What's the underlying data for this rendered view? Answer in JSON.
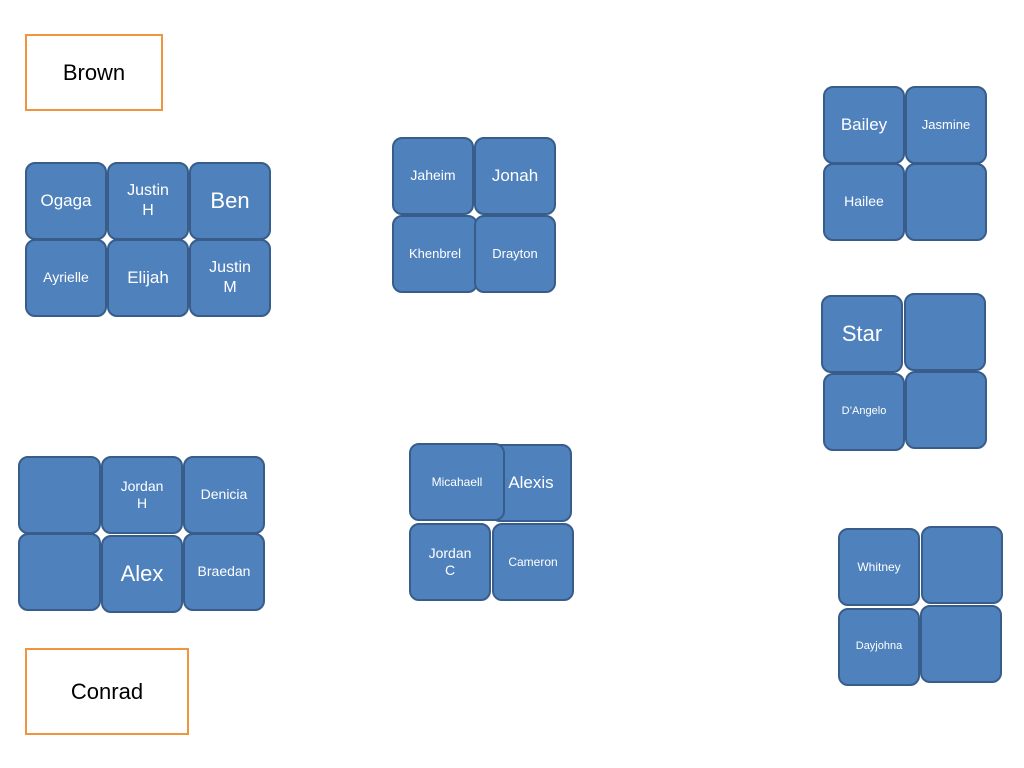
{
  "labels": {
    "brown": "Brown",
    "conrad": "Conrad"
  },
  "groups": {
    "g1": {
      "desks": [
        "Ogaga",
        "Justin\nH",
        "Ben",
        "Ayrielle",
        "Elijah",
        "Justin\nM"
      ]
    },
    "g2": {
      "desks": [
        "Jaheim",
        "Jonah",
        "Khenbrel",
        "Drayton"
      ]
    },
    "g3": {
      "desks": [
        "Bailey",
        "Jasmine",
        "Hailee",
        ""
      ]
    },
    "g4": {
      "desks": [
        "Star",
        "",
        "D’Angelo",
        ""
      ]
    },
    "g5": {
      "desks": [
        "",
        "Jordan\nH",
        "Denicia",
        "",
        "Alex",
        "Braedan"
      ]
    },
    "g6": {
      "desks": [
        "Micahaell",
        "Alexis",
        "Jordan\nC",
        "Cameron"
      ]
    },
    "g7": {
      "desks": [
        "Whitney",
        "",
        "Dayjohna",
        ""
      ]
    }
  },
  "colors": {
    "desk_fill": "#4f81bd",
    "desk_border": "#385d8a",
    "label_border": "#f0953f"
  }
}
